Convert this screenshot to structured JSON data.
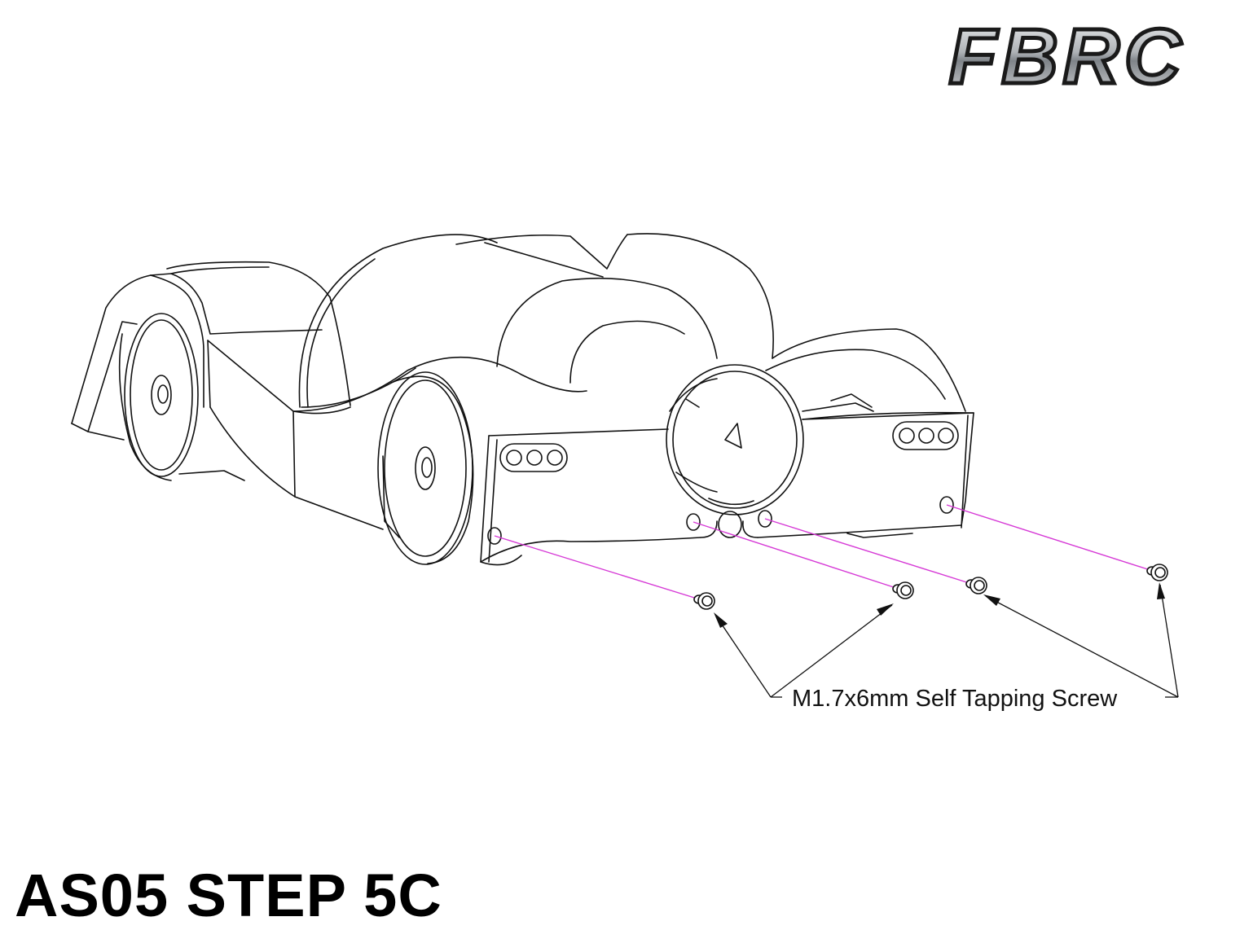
{
  "brand": {
    "logo_text": "FBRC"
  },
  "callout": {
    "label": "M1.7x6mm Self Tapping Screw"
  },
  "step": {
    "title": "AS05 STEP 5C"
  },
  "colors": {
    "line": "#111111",
    "guide": "#d63ad6",
    "logo_fill": "#b9bcc0",
    "logo_outline": "#1a1a1a"
  }
}
